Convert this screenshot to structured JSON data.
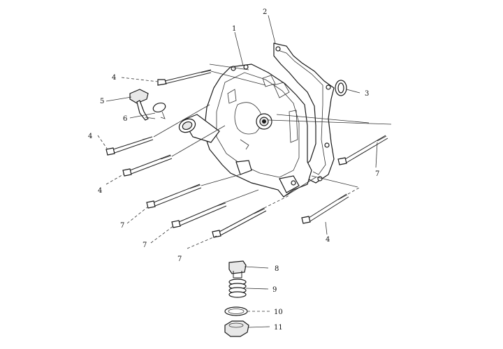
{
  "labels": {
    "c1": "1",
    "c2": "2",
    "c3": "3",
    "c4a": "4",
    "c4b": "4",
    "c4c": "4",
    "c4d": "4",
    "c5": "5",
    "c6": "6",
    "c7a": "7",
    "c7b": "7",
    "c7c": "7",
    "c7d": "7",
    "c8": "8",
    "c9": "9",
    "c10": "10",
    "c11": "11"
  }
}
